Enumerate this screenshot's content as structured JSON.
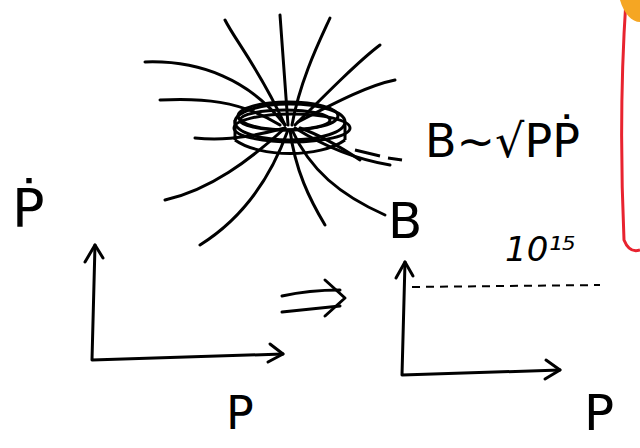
{
  "diagram": {
    "labels": [
      "B~√PṖ",
      "Ṗ",
      "B",
      "10¹⁵",
      "P",
      "P"
    ]
  }
}
